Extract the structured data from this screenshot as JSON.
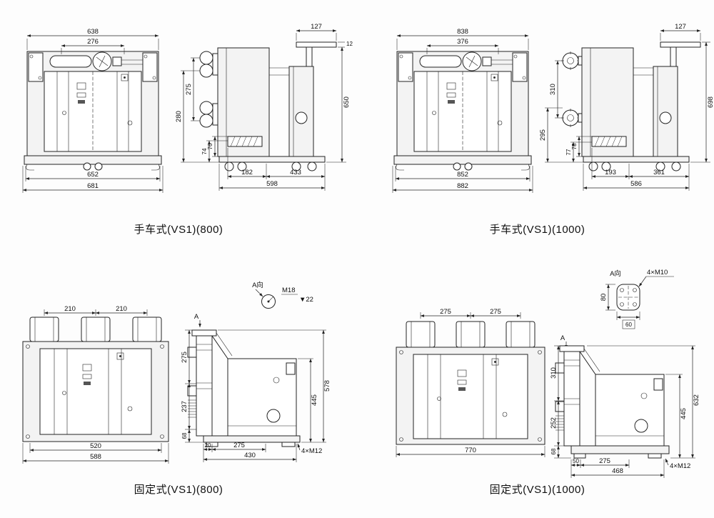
{
  "panels": {
    "p1": {
      "caption": "手车式(VS1)(800)",
      "front": {
        "top_outer": "638",
        "top_inner": "276",
        "base_inner": "652",
        "base_outer": "681"
      },
      "side": {
        "arm_width": "127",
        "plate_thickness": "12",
        "pole_pitch": "275",
        "lower_height": "280",
        "small_a": "74",
        "small_b": "76",
        "base_front": "182",
        "base_mid": "433",
        "base_total": "598",
        "overall_height": "650"
      }
    },
    "p2": {
      "caption": "手车式(VS1)(1000)",
      "front": {
        "top_outer": "838",
        "top_inner": "376",
        "base_inner": "852",
        "base_outer": "882"
      },
      "side": {
        "arm_width": "127",
        "pole_pitch": "310",
        "lower_height": "295",
        "small_a": "77",
        "small_b": "78",
        "base_front": "193",
        "base_mid": "361",
        "base_total": "586",
        "overall_height": "698"
      }
    },
    "p3": {
      "caption": "固定式(VS1)(800)",
      "front": {
        "pitch_left": "210",
        "pitch_right": "210",
        "base_inner": "520",
        "base_outer": "588"
      },
      "side": {
        "view_label": "A向",
        "thread_label": "M18",
        "depth_label": "▼22",
        "section_label": "A",
        "h_upper": "275",
        "h_mid": "237",
        "h_lower": "68",
        "b_offset": "20",
        "b_mid": "275",
        "b_total": "430",
        "r_inner": "445",
        "r_outer": "578",
        "bolt_note": "4×M12"
      }
    },
    "p4": {
      "caption": "固定式(VS1)(1000)",
      "detail": {
        "view_label": "A向",
        "bolt_note": "4×M10",
        "height": "80",
        "width": "60"
      },
      "front": {
        "pitch_left": "275",
        "pitch_right": "275",
        "base_outer": "770"
      },
      "side": {
        "section_label": "A",
        "h_upper": "310",
        "h_mid": "252",
        "h_lower": "68",
        "b_offset": "50",
        "b_mid": "275",
        "b_total": "468",
        "r_inner": "445",
        "r_outer": "632",
        "bolt_note": "4×M12"
      }
    }
  }
}
